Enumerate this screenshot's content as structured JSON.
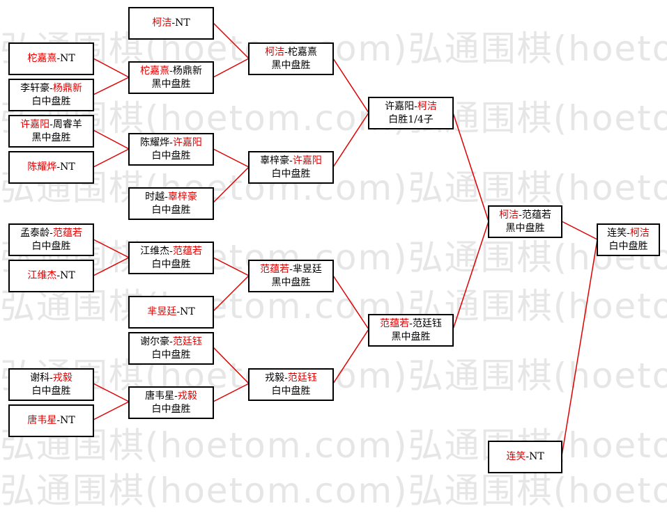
{
  "watermark": "弘通围棋(hoetom.com)弘通围棋(hoetom.com)",
  "colors": {
    "winner": "#e00000",
    "text": "#000000",
    "line": "#e00000",
    "border": "#000000"
  },
  "matches": {
    "m01": {
      "p1": "柯洁",
      "sep": "-",
      "p2": "NT",
      "result": ""
    },
    "m02": {
      "p1": "柁嘉熹",
      "sep": "-",
      "p2": "NT",
      "result": ""
    },
    "m03": {
      "p1": "李轩豪",
      "sep": "-",
      "p2": "杨鼎新",
      "result": "白中盘胜"
    },
    "m04": {
      "p1": "许嘉阳",
      "sep": "-",
      "p2": "周睿羊",
      "result": "黑中盘胜"
    },
    "m05": {
      "p1": "陈耀烨",
      "sep": "-",
      "p2": "NT",
      "result": ""
    },
    "m06": {
      "p1": "孟泰龄",
      "sep": "-",
      "p2": "范蕴若",
      "result": "白中盘胜"
    },
    "m07": {
      "p1": "江维杰",
      "sep": "-",
      "p2": "NT",
      "result": ""
    },
    "m08": {
      "p1": "谢科",
      "sep": "-",
      "p2": "戎毅",
      "result": "白中盘胜"
    },
    "m09": {
      "p1": "唐韦星",
      "sep": "-",
      "p2": "NT",
      "result": ""
    },
    "m10": {
      "p1": "柁嘉熹",
      "sep": "-",
      "p2": "杨鼎新",
      "result": "黑中盘胜"
    },
    "m11": {
      "p1": "陈耀烨",
      "sep": "-",
      "p2": "许嘉阳",
      "result": "白中盘胜"
    },
    "m12": {
      "p1": "时越",
      "sep": "-",
      "p2": "辜梓豪",
      "result": "白中盘胜"
    },
    "m13": {
      "p1": "江维杰",
      "sep": "-",
      "p2": "范蕴若",
      "result": "白中盘胜"
    },
    "m14": {
      "p1": "芈昱廷",
      "sep": "-",
      "p2": "NT",
      "result": ""
    },
    "m15": {
      "p1": "谢尔豪",
      "sep": "-",
      "p2": "范廷钰",
      "result": "白中盘胜"
    },
    "m16": {
      "p1": "唐韦星",
      "sep": "-",
      "p2": "戎毅",
      "result": "白中盘胜"
    },
    "m17": {
      "p1": "柯洁",
      "sep": "-",
      "p2": "柁嘉熹",
      "result": "黑中盘胜"
    },
    "m18": {
      "p1": "辜梓豪",
      "sep": "-",
      "p2": "许嘉阳",
      "result": "白中盘胜"
    },
    "m19": {
      "p1": "范蕴若",
      "sep": "-",
      "p2": "芈昱廷",
      "result": "黑中盘胜"
    },
    "m20": {
      "p1": "戎毅",
      "sep": "-",
      "p2": "范廷钰",
      "result": "白中盘胜"
    },
    "m21": {
      "p1": "许嘉阳",
      "sep": "-",
      "p2": "柯洁",
      "result": "白胜1/4子"
    },
    "m22": {
      "p1": "范蕴若",
      "sep": "-",
      "p2": "范廷钰",
      "result": "黑中盘胜"
    },
    "m23": {
      "p1": "柯洁",
      "sep": "-",
      "p2": "范蕴若",
      "result": "黑中盘胜"
    },
    "m24": {
      "p1": "连笑",
      "sep": "-",
      "p2": "NT",
      "result": ""
    },
    "m25": {
      "p1": "连笑",
      "sep": "-",
      "p2": "柯洁",
      "result": "白中盘胜"
    }
  }
}
